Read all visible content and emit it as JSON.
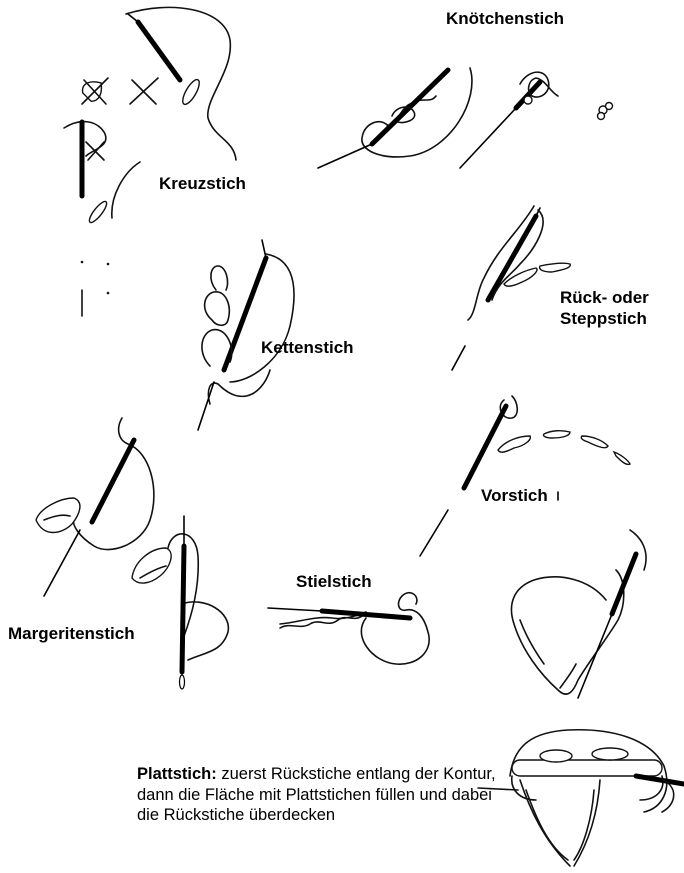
{
  "labels": {
    "knot": "Knötchenstich",
    "cross": "Kreuzstich",
    "chain": "Kettenstich",
    "back_line1": "Rück- oder",
    "back_line2": "Steppstich",
    "running": "Vorstich",
    "stem": "Stielstich",
    "daisy": "Margeritenstich",
    "satin_term": "Plattstich:",
    "satin_text": " zuerst Rückstiche entlang der Kontur, dann die Fläche mit Plattstichen füllen und dabei die Rückstiche überdecken"
  }
}
